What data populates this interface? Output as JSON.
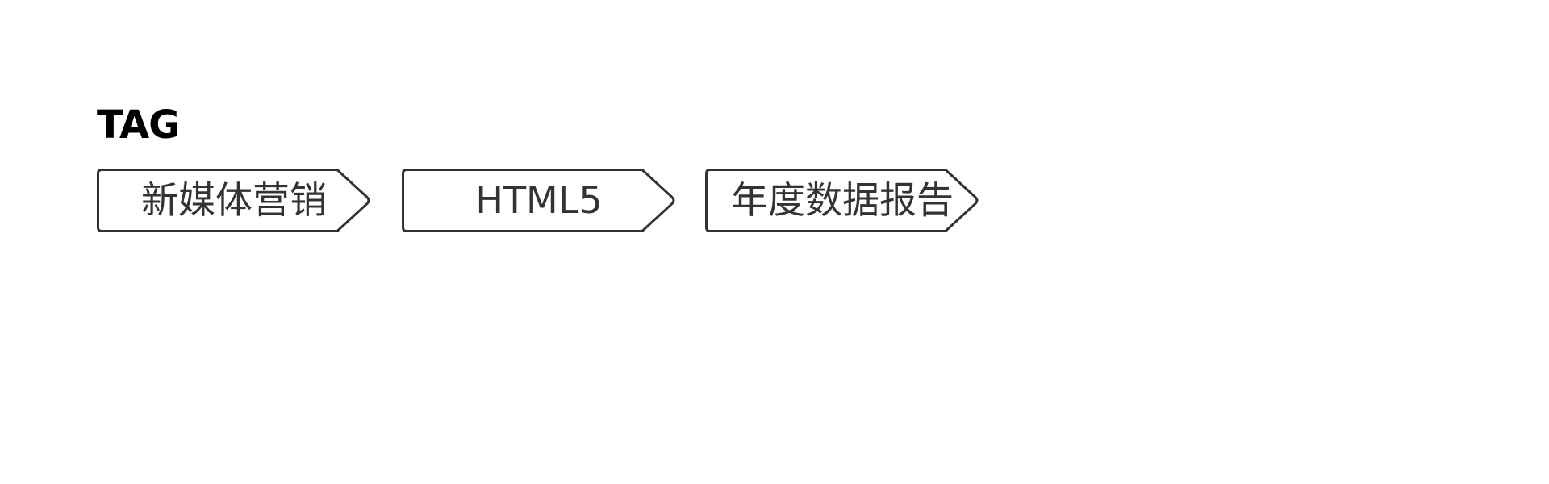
{
  "section": {
    "title": "TAG"
  },
  "tags": [
    {
      "label": "新媒体营销"
    },
    {
      "label": "HTML5"
    },
    {
      "label": "年度数据报告"
    }
  ],
  "colors": {
    "title": "#000000",
    "tag_border": "#333333",
    "tag_text": "#333333",
    "background": "#ffffff"
  }
}
